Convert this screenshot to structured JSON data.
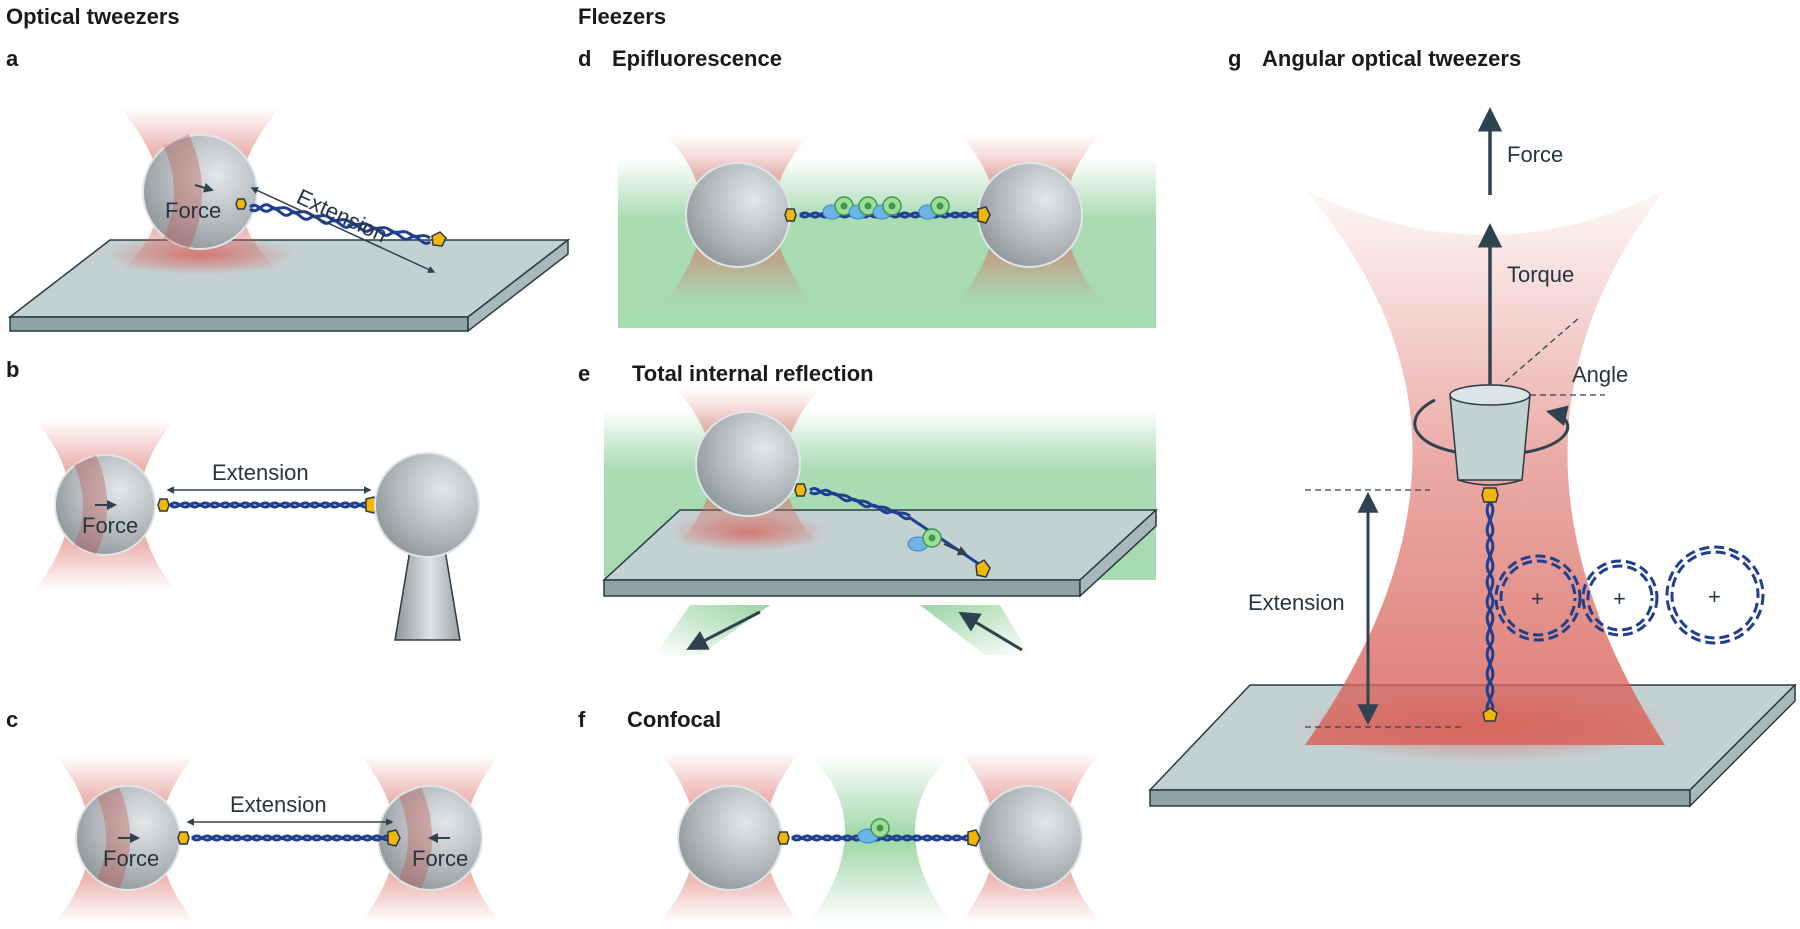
{
  "headings": {
    "optical_tweezers": "Optical tweezers",
    "fleezers": "Fleezers"
  },
  "panels": {
    "a": {
      "letter": "a",
      "force": "Force",
      "extension": "Extension"
    },
    "b": {
      "letter": "b",
      "force": "Force",
      "extension": "Extension"
    },
    "c": {
      "letter": "c",
      "force_left": "Force",
      "force_right": "Force",
      "extension": "Extension"
    },
    "d": {
      "letter": "d",
      "title": "Epifluorescence"
    },
    "e": {
      "letter": "e",
      "title": "Total internal reflection"
    },
    "f": {
      "letter": "f",
      "title": "Confocal"
    },
    "g": {
      "letter": "g",
      "title": "Angular optical tweezers",
      "force": "Force",
      "torque": "Torque",
      "angle": "Angle",
      "extension": "Extension",
      "plus": "+"
    }
  },
  "colors": {
    "laser_red": "#d9635a",
    "excitation_green": "#8ccf96",
    "bead_gray": "#a9b0b4",
    "surface": "#c4d1d3",
    "dna_blue": "#1f3f8f",
    "handle_yellow": "#f2b705",
    "arrow_dark": "#2f4250"
  }
}
